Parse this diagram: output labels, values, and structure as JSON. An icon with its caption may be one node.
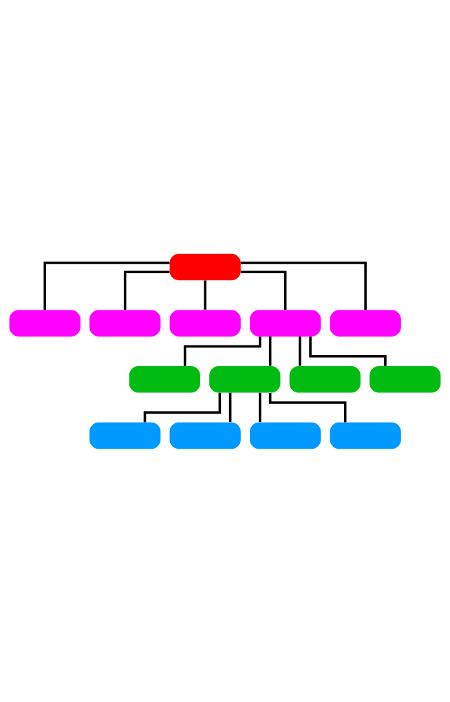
{
  "diagram": {
    "nodes": [
      {
        "text": [],
        "shape": "box"
      },
      {
        "text": [],
        "shape": "box"
      },
      {
        "text": [],
        "shape": "box"
      },
      {
        "text": [],
        "shape": "box"
      },
      {
        "text": [],
        "shape": "box"
      },
      {
        "text": [],
        "shape": "box"
      },
      {
        "text": [],
        "shape": "box"
      },
      {
        "text": [],
        "shape": "box"
      },
      {
        "text": [],
        "shape": "box"
      },
      {
        "text": [],
        "shape": "box"
      },
      {
        "text": [],
        "shape": "box"
      },
      {
        "text": [],
        "shape": "box"
      },
      {
        "text": [],
        "shape": "box"
      },
      {
        "text": [],
        "shape": "box"
      }
    ],
    "edges": [
      {
        "from": 0,
        "to": 1,
        "arrow": "none"
      },
      {
        "from": 0,
        "to": 2,
        "arrow": "none"
      },
      {
        "from": 0,
        "to": 3,
        "arrow": "none"
      },
      {
        "from": 0,
        "to": 4,
        "arrow": "none"
      },
      {
        "from": 0,
        "to": 5,
        "arrow": "none"
      },
      {
        "from": 4,
        "to": 6,
        "arrow": "none"
      },
      {
        "from": 4,
        "to": 7,
        "arrow": "none"
      },
      {
        "from": 4,
        "to": 8,
        "arrow": "none"
      },
      {
        "from": 4,
        "to": 9,
        "arrow": "none"
      },
      {
        "from": 7,
        "to": 10,
        "arrow": "none"
      },
      {
        "from": 7,
        "to": 11,
        "arrow": "none"
      },
      {
        "from": 7,
        "to": 12,
        "arrow": "none"
      },
      {
        "from": 7,
        "to": 13,
        "arrow": "none"
      }
    ]
  }
}
